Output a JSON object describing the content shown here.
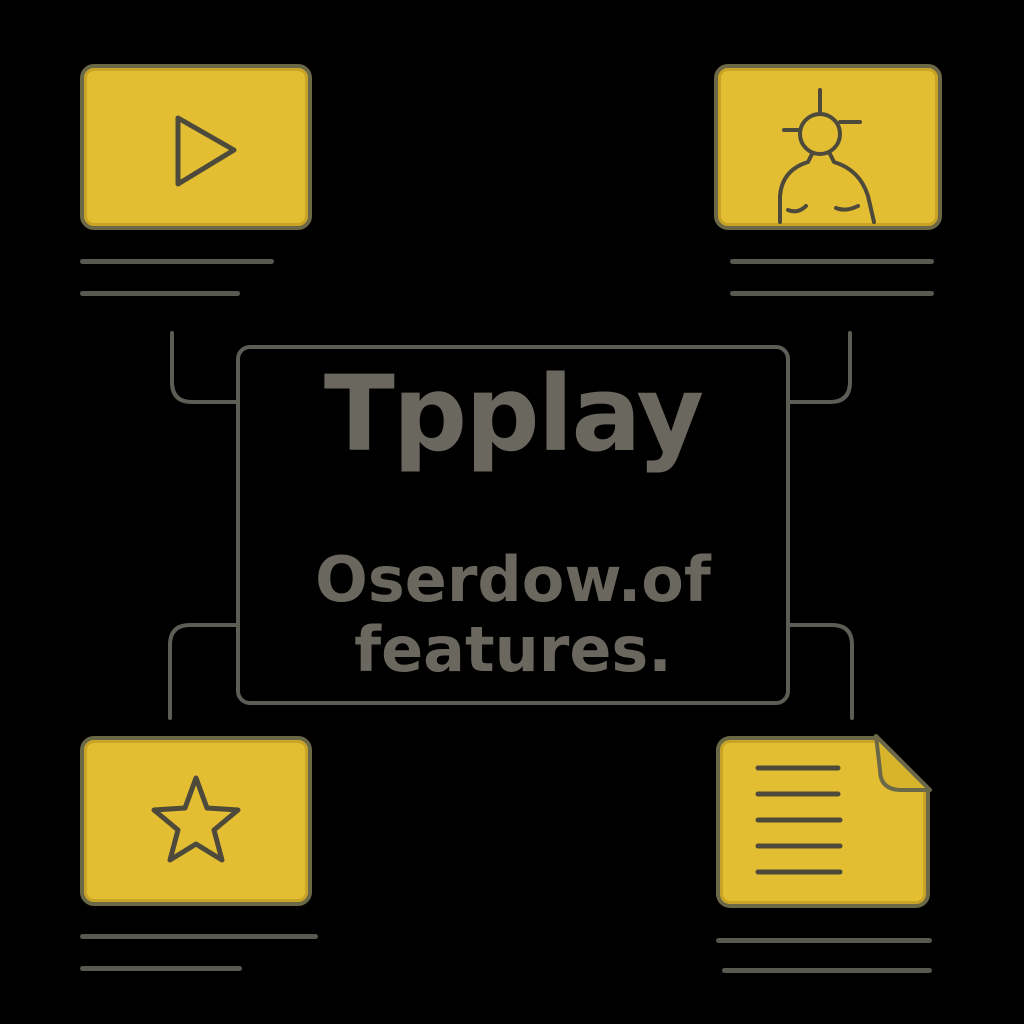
{
  "center": {
    "title": "Tpplay",
    "subtitle": "Oserdow.of\nfeatures."
  },
  "cards": [
    {
      "id": "video",
      "icon": "play-icon"
    },
    {
      "id": "user",
      "icon": "user-target-icon"
    },
    {
      "id": "favorites",
      "icon": "star-icon"
    },
    {
      "id": "document",
      "icon": "document-icon"
    }
  ],
  "colors": {
    "background": "#000000",
    "card_fill": "#e3bd32",
    "card_border": "#6b6847",
    "line": "#5e5d55",
    "text": "#6a675e",
    "icon_stroke": "#4d4a3c"
  }
}
